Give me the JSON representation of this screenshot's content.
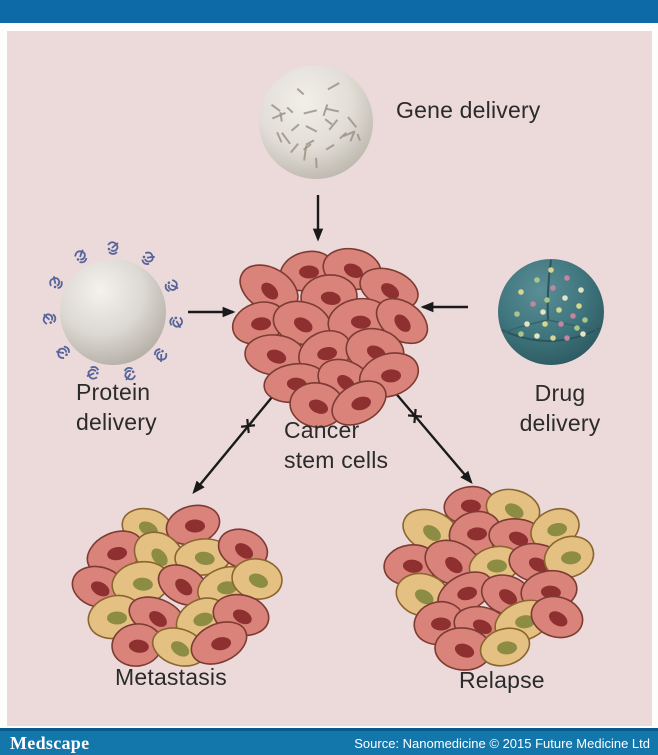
{
  "figure": {
    "labels": {
      "gene_delivery": "Gene delivery",
      "protein_delivery": "Protein\ndelivery",
      "cancer_stem_cells": "Cancer\nstem cells",
      "drug_delivery": "Drug\ndelivery",
      "metastasis": "Metastasis",
      "relapse": "Relapse"
    },
    "illustrations": {
      "gene_nanoparticle": "gray-sphere-with-gene-fragment-dashes",
      "protein_nanoparticle": "gray-sphere-with-blue-surface-proteins",
      "drug_nanoparticle": "teal-open-capsule-with-drug-particles",
      "cancer_stem_cell_cluster": "cluster-of-red-cells",
      "metastasis_cluster": "cluster-of-red-and-tan-cells",
      "relapse_cluster": "cluster-of-red-and-tan-cells",
      "inhibition_mark": "cross-on-arrow"
    }
  },
  "footer": {
    "brand": "Medscape",
    "source": "Source: Nanomedicine © 2015 Future Medicine Ltd"
  },
  "colors": {
    "header_bar": "#0d6aa7",
    "footer_bar": "#1377ac",
    "footer_border": "#0a5a8e",
    "panel_bg": "#ecdada",
    "label_text": "#2b2b2b",
    "arrow": "#1a1a1a",
    "red_cell": "#d9837a",
    "red_cell_outline": "#7c3b33",
    "red_nucleus": "#8e3030",
    "tan_cell": "#e4c183",
    "tan_cell_outline": "#8a6530",
    "tan_nucleus": "#8d8c44",
    "gene_dash": "#9d9489",
    "protein_blue": "#56649c",
    "teal_seam": "#2c555d",
    "drug_dot_yellow": "#d8d68e",
    "drug_dot_pink": "#c5859f",
    "drug_dot_green": "#a8c687",
    "drug_dot_cream": "#e4e3c4"
  }
}
